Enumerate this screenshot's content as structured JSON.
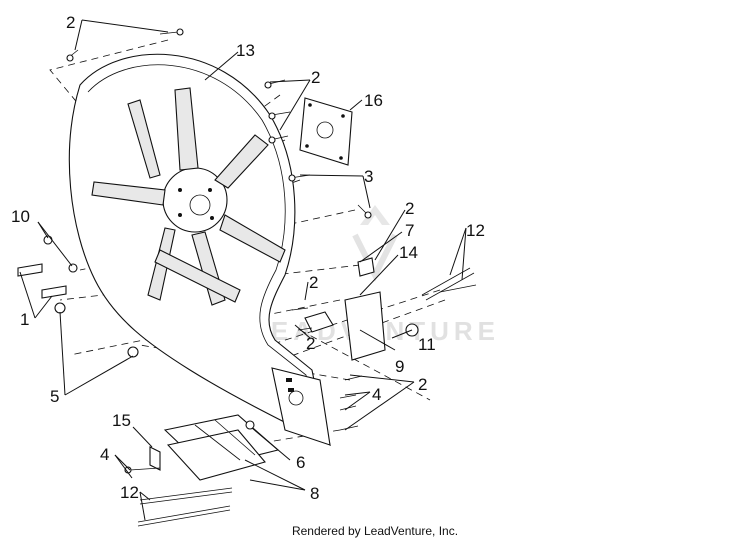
{
  "callouts": [
    {
      "id": "c2a",
      "label": "2"
    },
    {
      "id": "c13",
      "label": "13"
    },
    {
      "id": "c2b",
      "label": "2"
    },
    {
      "id": "c16",
      "label": "16"
    },
    {
      "id": "c3",
      "label": "3"
    },
    {
      "id": "c2c",
      "label": "2"
    },
    {
      "id": "c7",
      "label": "7"
    },
    {
      "id": "c14",
      "label": "14"
    },
    {
      "id": "c12a",
      "label": "12"
    },
    {
      "id": "c10",
      "label": "10"
    },
    {
      "id": "c1",
      "label": "1"
    },
    {
      "id": "c2d",
      "label": "2"
    },
    {
      "id": "c2e",
      "label": "2"
    },
    {
      "id": "c11",
      "label": "11"
    },
    {
      "id": "c9",
      "label": "9"
    },
    {
      "id": "c5",
      "label": "5"
    },
    {
      "id": "c2f",
      "label": "2"
    },
    {
      "id": "c4a",
      "label": "4"
    },
    {
      "id": "c15",
      "label": "15"
    },
    {
      "id": "c6",
      "label": "6"
    },
    {
      "id": "c4b",
      "label": "4"
    },
    {
      "id": "c12b",
      "label": "12"
    },
    {
      "id": "c8",
      "label": "8"
    }
  ],
  "watermark": {
    "brand": "LEADVENTURE"
  },
  "footer": {
    "text": "Rendered by LeadVenture, Inc."
  }
}
